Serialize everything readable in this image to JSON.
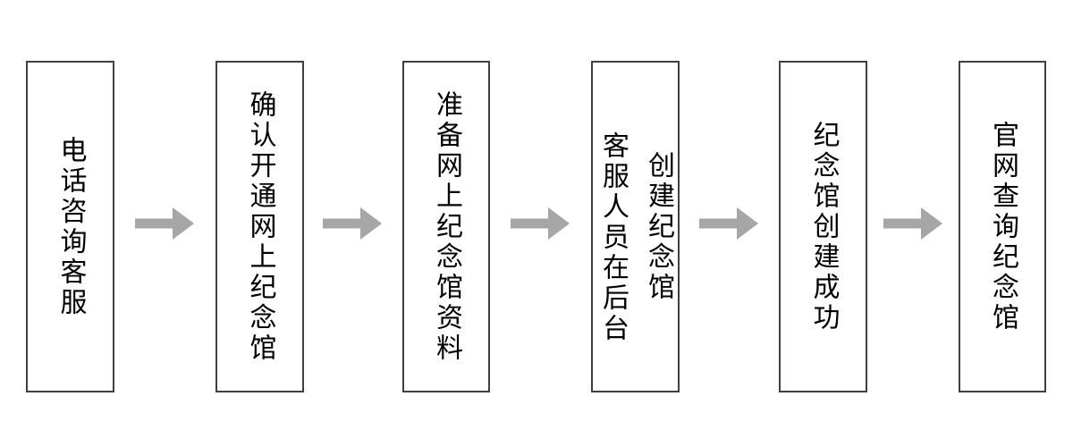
{
  "flowchart": {
    "kind": "process-flow",
    "direction": "left-to-right",
    "connector": "right-arrow",
    "steps": [
      {
        "lines": [
          "电话咨询客服"
        ]
      },
      {
        "lines": [
          "确认开通网上纪念馆"
        ]
      },
      {
        "lines": [
          "准备网上纪念馆资料"
        ]
      },
      {
        "lines": [
          "客服人员在后台",
          "创建纪念馆"
        ]
      },
      {
        "lines": [
          "纪念馆创建成功"
        ]
      },
      {
        "lines": [
          "官网查询纪念馆"
        ]
      }
    ]
  },
  "colors": {
    "box_border": "#404040",
    "box_fill": "#ffffff",
    "arrow": "#a6a6a6",
    "text": "#000000",
    "background": "#ffffff"
  }
}
